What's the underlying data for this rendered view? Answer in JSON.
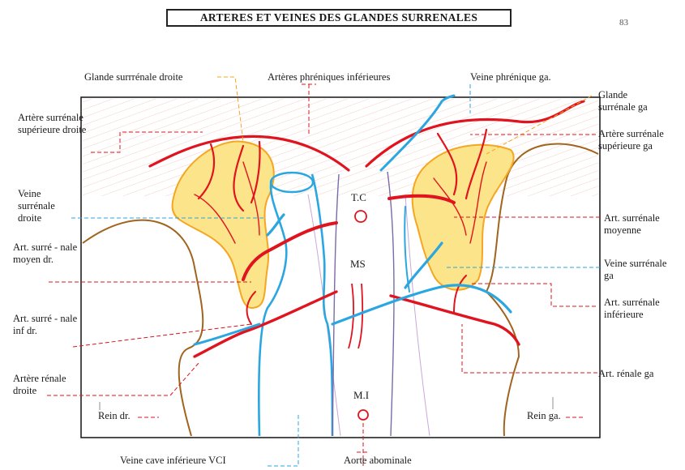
{
  "title": "ARTERES ET VEINES DES GLANDES SURRENALES",
  "page_number": "83",
  "labels": {
    "glande_droite": "Glande surrrénale droite",
    "arteres_phreniques": "Artères phréniques inférieures",
    "veine_phrenique_ga": "Veine phrénique ga.",
    "glande_ga": "Glande surrénale ga",
    "art_sup_droite": "Artère surrénale supérieure droite",
    "art_sup_ga": "Artère surrénale supérieure ga",
    "veine_droite": "Veine surrénale droite",
    "art_moyenne_ga": "Art. surrénale moyenne",
    "art_moyen_dr": "Art. surré - nale moyen dr.",
    "veine_ga": "Veine surrénale ga",
    "art_inf_dr": "Art. surré - nale inf dr.",
    "art_inf_ga": "Art. surrénale inférieure",
    "art_renale_droite": "Artère rénale droite",
    "art_renale_ga": "Art. rénale ga",
    "rein_dr": "Rein dr.",
    "rein_ga": "Rein ga.",
    "vci": "Veine cave inférieure VCI",
    "aorte": "Aorte abominale",
    "tc": "T.C",
    "ms": "MS",
    "mi": "M.I"
  },
  "colors": {
    "artery": "#e0141f",
    "vein": "#2aa6e0",
    "gland": "#fbe48a",
    "gland_edge": "#f5a623",
    "kidney": "#a0641e",
    "leader": "#e0141f",
    "vein_leader": "#2aa6e0"
  }
}
